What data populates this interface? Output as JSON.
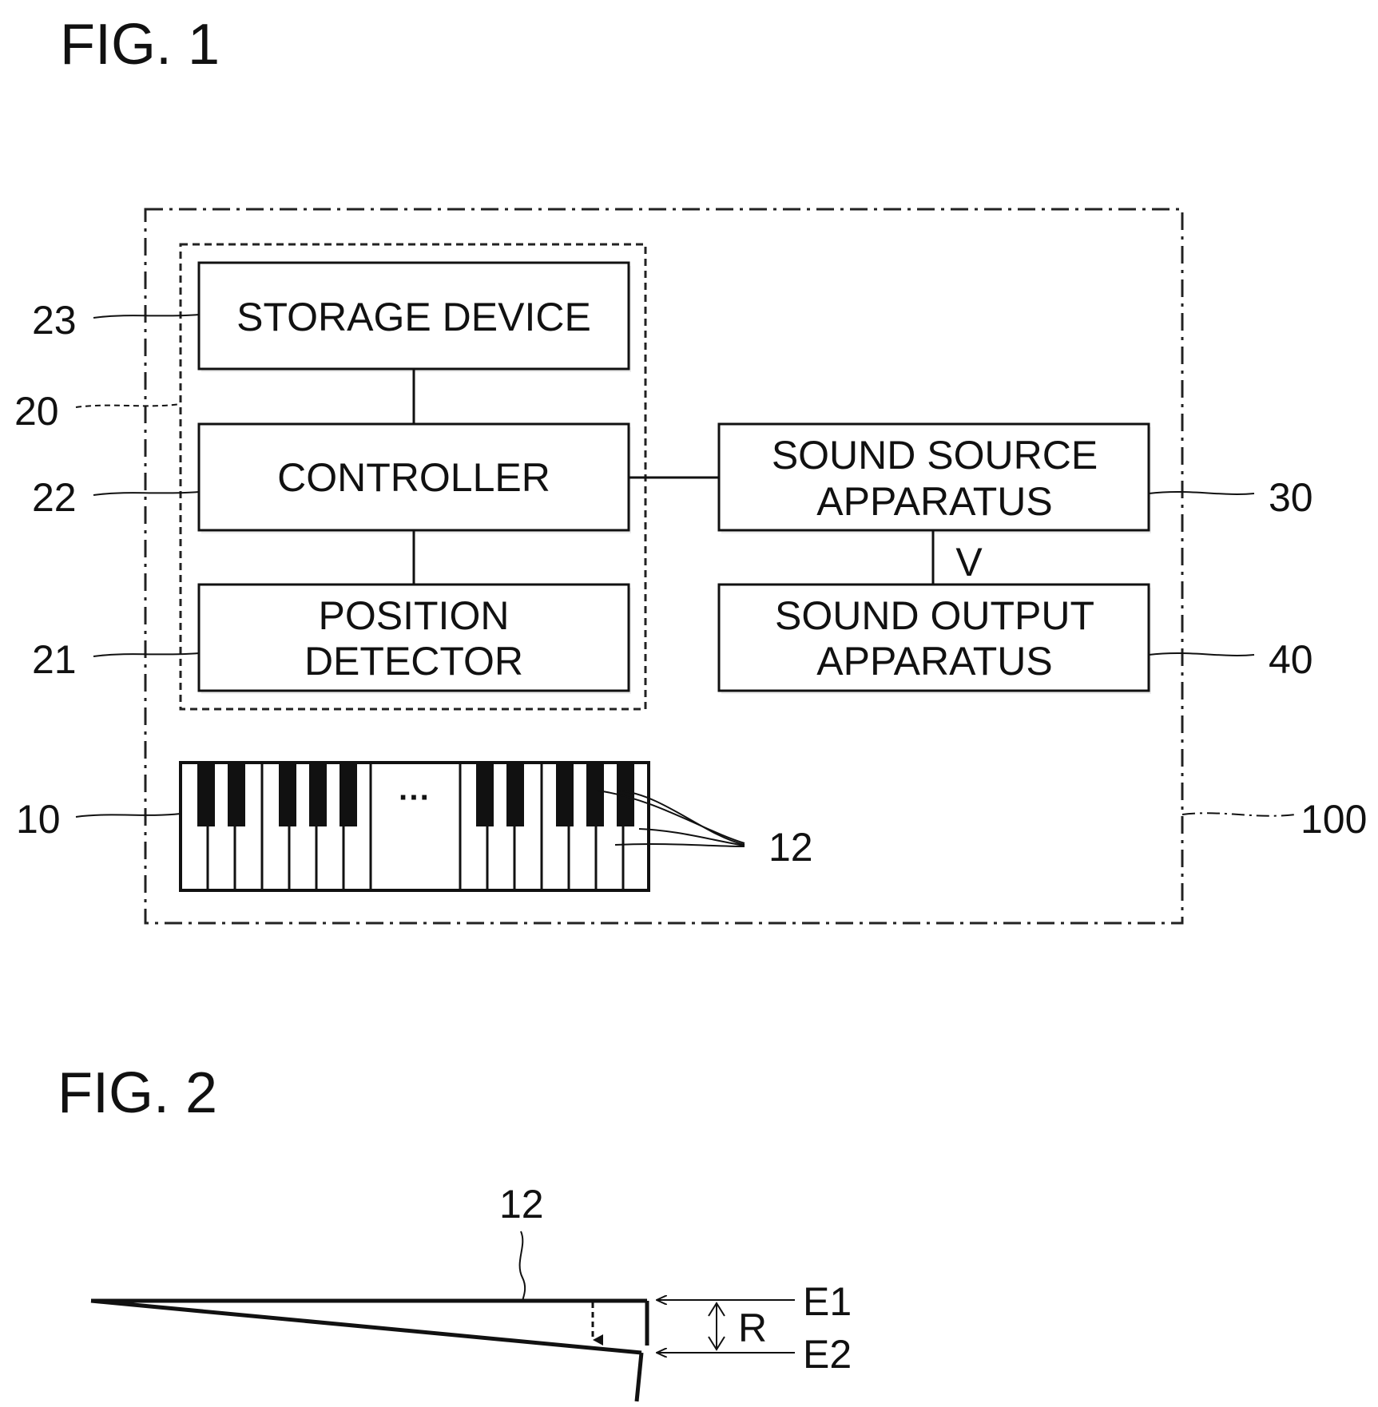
{
  "fig1": {
    "title": "FIG. 1",
    "blocks": {
      "storage": {
        "lines": [
          "STORAGE DEVICE"
        ],
        "ref": "23"
      },
      "controller": {
        "lines": [
          "CONTROLLER"
        ],
        "ref": "22"
      },
      "position": {
        "lines": [
          "POSITION",
          "DETECTOR"
        ],
        "ref": "21"
      },
      "sound_source": {
        "lines": [
          "SOUND SOURCE",
          "APPARATUS"
        ],
        "ref": "30"
      },
      "sound_output": {
        "lines": [
          "SOUND OUTPUT",
          "APPARATUS"
        ],
        "ref": "40"
      }
    },
    "control_unit_ref": "20",
    "keyboard_ref": "10",
    "keys_ref": "12",
    "keyboard_ellipsis": "···",
    "signal_label": "V",
    "instrument_ref": "100"
  },
  "fig2": {
    "title": "FIG. 2",
    "key_ref": "12",
    "end1_label": "E1",
    "end2_label": "E2",
    "range_label": "R"
  }
}
